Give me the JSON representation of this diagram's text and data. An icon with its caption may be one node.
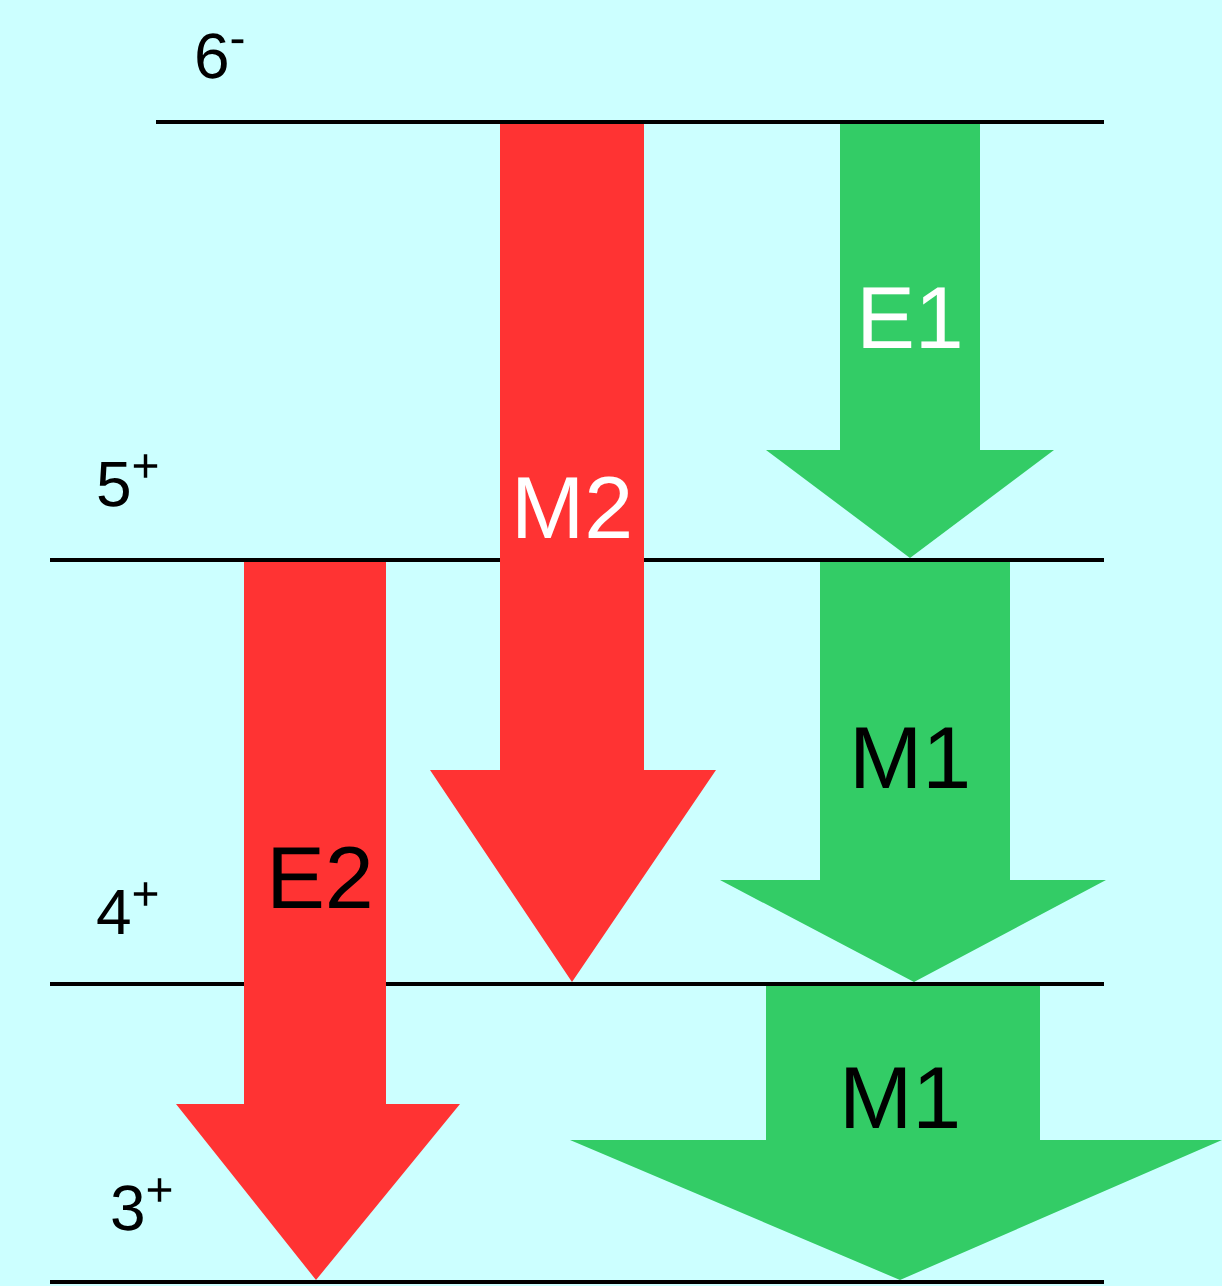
{
  "diagram": {
    "nodes": [
      {
        "text": [],
        "shape": "bar",
        "beside": [
          "6$^{-}$"
        ]
      },
      {
        "text": [],
        "shape": "bar",
        "beside": [
          "5$^{+}$"
        ]
      },
      {
        "text": [],
        "shape": "bar",
        "beside": [
          "4$^{+}$"
        ]
      },
      {
        "text": [],
        "shape": "bar",
        "beside": [
          "3$^{+}$"
        ]
      }
    ],
    "edges": [
      {
        "from": 0,
        "to": 1,
        "arrow": "to",
        "label": "E1",
        "style": "thick",
        "color": "#33cc66"
      },
      {
        "from": 0,
        "to": 2,
        "arrow": "to",
        "label": "M2",
        "style": "thick",
        "color": "#ff3333"
      },
      {
        "from": 1,
        "to": 2,
        "arrow": "to",
        "label": "M1",
        "style": "thick",
        "color": "#33cc66"
      },
      {
        "from": 1,
        "to": 3,
        "arrow": "to",
        "label": "E2",
        "style": "thick",
        "color": "#ff3333"
      },
      {
        "from": 2,
        "to": 3,
        "arrow": "to",
        "label": "M1",
        "style": "thick",
        "color": "#33cc66"
      }
    ]
  }
}
